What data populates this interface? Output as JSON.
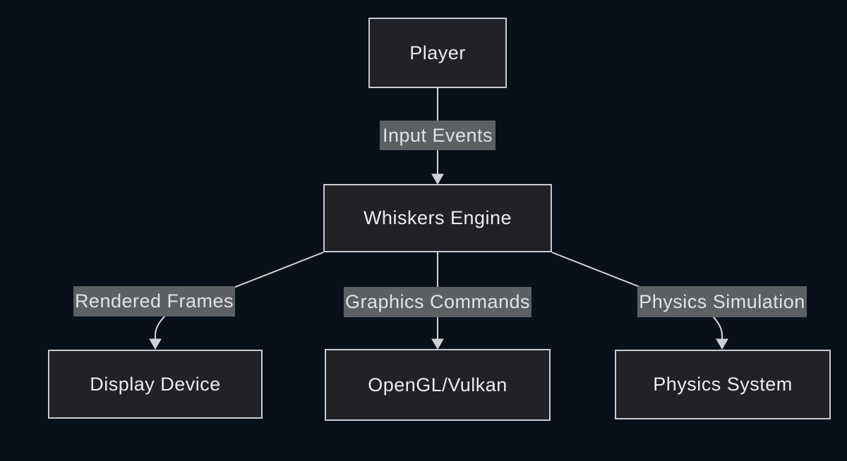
{
  "diagram": {
    "type": "flowchart-top-down",
    "nodes": {
      "player": {
        "label": "Player"
      },
      "engine": {
        "label": "Whiskers Engine"
      },
      "display": {
        "label": "Display Device"
      },
      "opengl": {
        "label": "OpenGL/Vulkan"
      },
      "physics": {
        "label": "Physics System"
      }
    },
    "edges": {
      "input_events": {
        "label": "Input Events",
        "from": "Player",
        "to": "Whiskers Engine"
      },
      "rendered_frames": {
        "label": "Rendered Frames",
        "from": "Whiskers Engine",
        "to": "Display Device"
      },
      "graphics_commands": {
        "label": "Graphics Commands",
        "from": "Whiskers Engine",
        "to": "OpenGL/Vulkan"
      },
      "physics_simulation": {
        "label": "Physics Simulation",
        "from": "Whiskers Engine",
        "to": "Physics System"
      }
    },
    "colors": {
      "background": "#081019",
      "node_fill": "#212227",
      "node_border": "#c9cbce",
      "node_text": "#ececec",
      "edge_line": "#d3d5d8",
      "edge_label_bg": "#5d6063",
      "edge_label_text": "#e2e2e2"
    }
  }
}
